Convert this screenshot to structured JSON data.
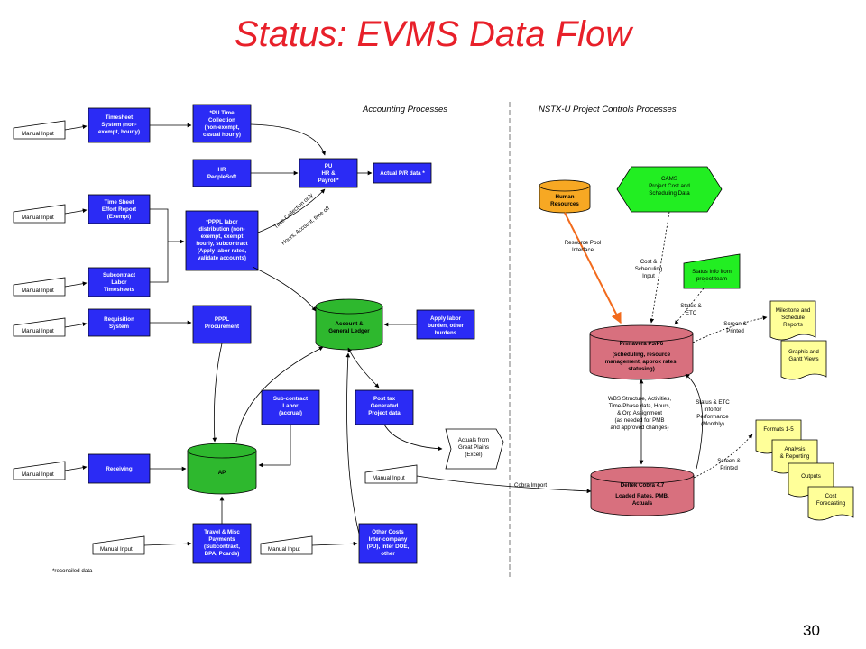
{
  "title": "Status: EVMS Data Flow",
  "page_number": "30",
  "headers": {
    "accounting": "Accounting Processes",
    "project_controls": "NSTX-U Project Controls Processes"
  },
  "footnote": "*reconciled data",
  "manual_input": "Manual Input",
  "accounting": {
    "timesheet_system": [
      "Timesheet",
      "System (non-",
      "exempt, hourly)"
    ],
    "pu_time_collection": [
      "*PU Time",
      "Collection",
      "(non-exempt,",
      "casual hourly)"
    ],
    "hr_peoplesoft": [
      "HR",
      "PeopleSoft"
    ],
    "pu_hr_payroll": [
      "PU",
      "HR &",
      "Payroll*"
    ],
    "actual_pr_data": [
      "Actual P/R data *"
    ],
    "time_sheet_effort": [
      "Time Sheet",
      "Effort Report",
      "(Exempt)"
    ],
    "pppl_labor_distribution": [
      "*PPPL labor",
      "distribution (non-",
      "exempt, exempt",
      "hourly, subcontract",
      "(Apply labor rates,",
      "validate accounts)"
    ],
    "subcontract_labor_timesheets": [
      "Subcontract",
      "Labor",
      "Timesheets"
    ],
    "requisition_system": [
      "Requisition",
      "System"
    ],
    "pppl_procurement": [
      "PPPL",
      "Procurement"
    ],
    "account_general_ledger": [
      "Account &",
      "General Ledger"
    ],
    "apply_labor_burden": [
      "Apply labor",
      "burden, other",
      "burdens"
    ],
    "subcontract_labor_accrual": [
      "Sub-contract",
      "Labor",
      "(accrual)"
    ],
    "post_tax_project_data": [
      "Post tax",
      "Generated",
      "Project data"
    ],
    "actuals_great_plains": [
      "Actuals from",
      "Great Plains",
      "(Excel)"
    ],
    "receiving": [
      "Receiving"
    ],
    "ap": [
      "AP"
    ],
    "travel_misc_payments": [
      "Travel & Misc",
      "Payments",
      "(Subcontract,",
      "BPA, Pcards)"
    ],
    "other_costs": [
      "Other Costs",
      "Inter-company",
      "(PU), Inter DOE,",
      "other"
    ],
    "label_time_collection_only": "Time Collection only",
    "label_hours_account_time_off": "Hours, Account, time off"
  },
  "project_controls": {
    "human_resources": [
      "Human",
      "Resources"
    ],
    "cams": [
      "CAMS",
      "Project Cost and",
      "Scheduling Data"
    ],
    "resource_pool_interface": [
      "Resource Pool",
      "Interface"
    ],
    "cost_scheduling_input": [
      "Cost &",
      "Scheduling",
      "Input"
    ],
    "status_info_team": [
      "Status Info from",
      "project team"
    ],
    "status_etc": [
      "Status &",
      "ETC"
    ],
    "primavera": [
      "Primavera P3/P6",
      "(scheduling, resource",
      "management, approx rates,",
      "statusing)"
    ],
    "screen_printed_1": [
      "Screen &",
      "Printed"
    ],
    "milestone_reports": [
      "Milestone and",
      "Schedule",
      "Reports"
    ],
    "graphic_gantt": [
      "Graphic and",
      "Gantt Views"
    ],
    "wbs_structure": [
      "WBS Structure, Activities,",
      "Time-Phase data, Hours,",
      "& Org Assignment",
      "(as needed for PMB",
      "and approved changes)"
    ],
    "status_etc_performance": [
      "Status & ETC",
      "info for",
      "Performance",
      "(Monthly)"
    ],
    "cobra_import": "Cobra Import",
    "deltek_cobra": [
      "Deltek Cobra 4.7",
      "Loaded Rates, PMB,",
      "Actuals"
    ],
    "screen_printed_2": [
      "Screen &",
      "Printed"
    ],
    "formats": [
      "Formats 1-5"
    ],
    "analysis_reporting": [
      "Analysis",
      "& Reporting"
    ],
    "outputs": [
      "Outputs"
    ],
    "cost_forecasting": [
      "Cost",
      "Forecasting"
    ]
  },
  "colors": {
    "title": "#e8202a",
    "process_blue": "#2b2bf5",
    "database_green": "#2eb82e",
    "database_pink": "#d8707e",
    "yellow_doc": "#ffff99",
    "orange_db": "#f7a823",
    "green_hex": "#22ee22",
    "orange_arrow": "#f26b1d"
  }
}
